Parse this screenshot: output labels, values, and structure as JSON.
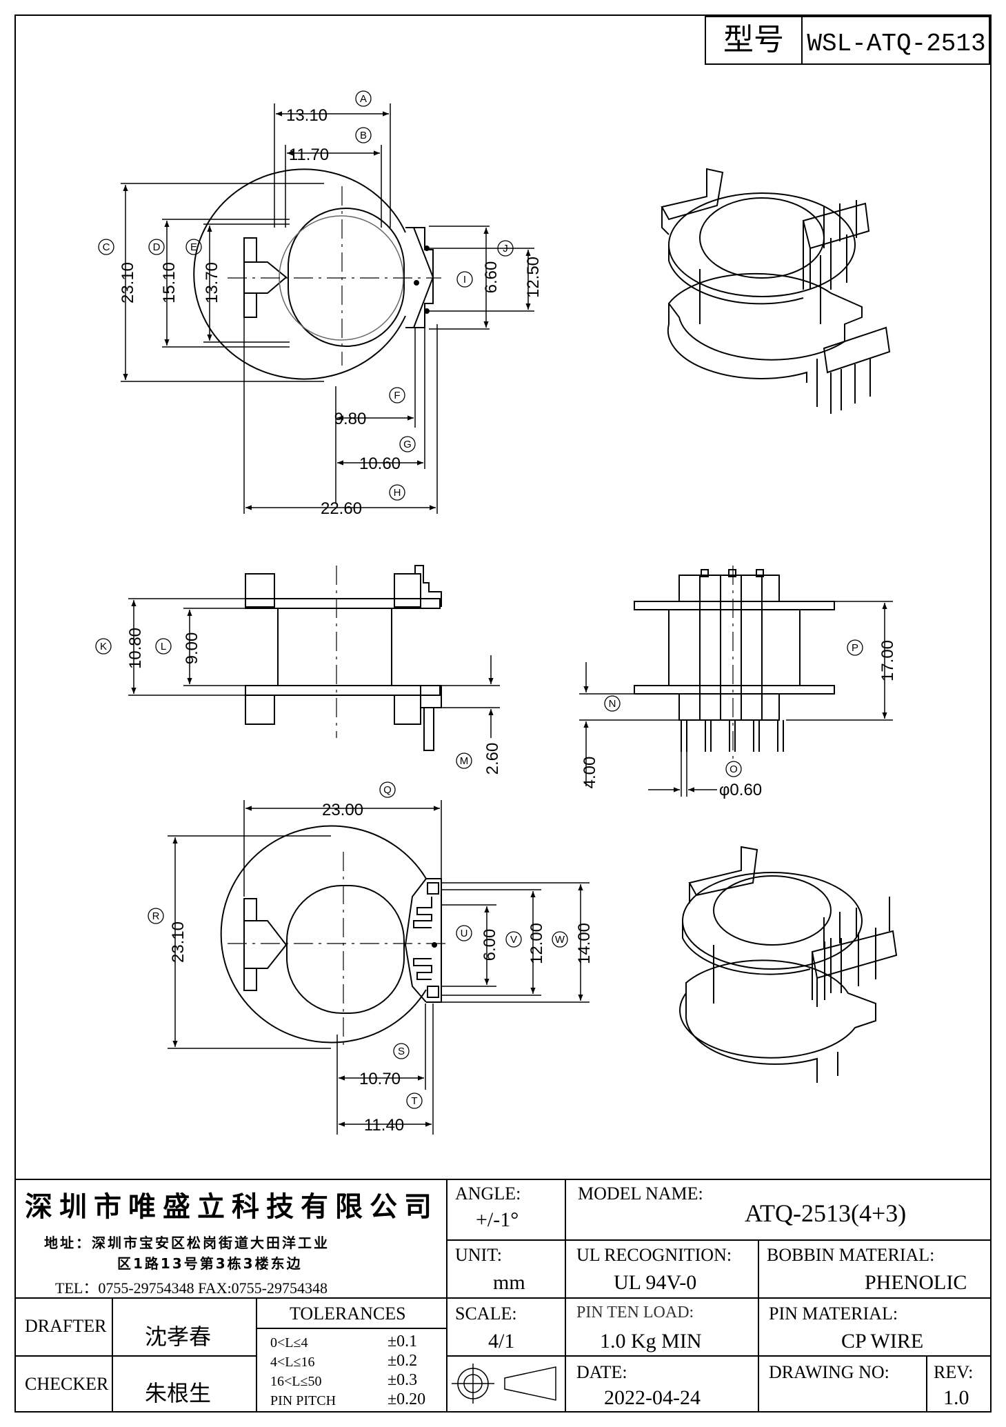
{
  "model_box": {
    "label": "型号",
    "value": "WSL-ATQ-2513"
  },
  "dimensions": {
    "A": "13.10",
    "B": "11.70",
    "C": "23.10",
    "D": "15.10",
    "E": "13.70",
    "F": "9.80",
    "G": "10.60",
    "H": "22.60",
    "I": "6.60",
    "J": "12.50",
    "K": "10.80",
    "L": "9.00",
    "M": "2.60",
    "N": "4.00",
    "O": "φ0.60",
    "P": "17.00",
    "Q": "23.00",
    "R": "23.10",
    "S": "10.70",
    "T": "11.40",
    "U": "6.00",
    "V": "12.00",
    "W": "14.00"
  },
  "company": {
    "name": "深圳市唯盛立科技有限公司",
    "address_line1": "地址：深圳市宝安区松岗街道大田洋工业",
    "address_line2": "区1路13号第3栋3楼东边",
    "tel_fax": "TEL：0755-29754348   FAX:0755-29754348"
  },
  "title_block": {
    "angle_label": "ANGLE:",
    "angle_value": "+/-1°",
    "model_label": "MODEL NAME:",
    "model_value": "ATQ-2513(4+3)",
    "unit_label": "UNIT:",
    "unit_value": "mm",
    "ul_label": "UL RECOGNITION:",
    "ul_value": "UL 94V-0",
    "bobbin_label": "BOBBIN MATERIAL:",
    "bobbin_value": "PHENOLIC",
    "scale_label": "SCALE:",
    "scale_value": "4/1",
    "pin_load_label": "PIN TEN LOAD:",
    "pin_load_value": "1.0 Kg MIN",
    "pin_material_label": "PIN MATERIAL:",
    "pin_material_value": "CP WIRE",
    "date_label": "DATE:",
    "date_value": "2022-04-24",
    "drawing_no_label": "DRAWING NO:",
    "rev_label": "REV:",
    "rev_value": "1.0",
    "drafter_label": "DRAFTER",
    "drafter_value": "沈孝春",
    "checker_label": "CHECKER",
    "checker_value": "朱根生",
    "tolerances_label": "TOLERANCES",
    "tolerances": [
      {
        "range": "0<L≤4",
        "value": "±0.1"
      },
      {
        "range": "4<L≤16",
        "value": "±0.2"
      },
      {
        "range": "16<L≤50",
        "value": "±0.3"
      },
      {
        "range": "PIN PITCH",
        "value": "±0.20"
      }
    ]
  }
}
